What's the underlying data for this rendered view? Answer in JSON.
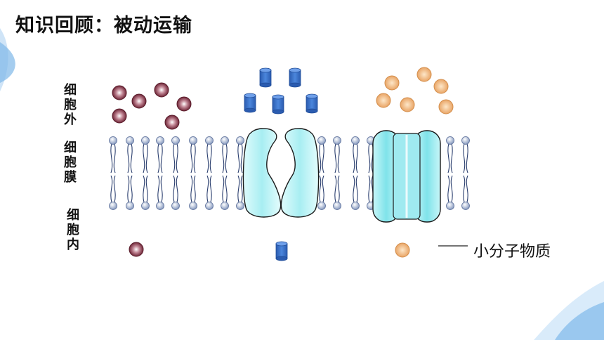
{
  "title": "知识回顾：被动运输",
  "labels": {
    "outside": "细胞外",
    "membrane": "细胞膜",
    "inside": "细胞内"
  },
  "legend": "小分子物质",
  "colors": {
    "sphere_dark": "#7a2b3c",
    "cylinder": "#3a6fc4",
    "sphere_light": "#f0b878",
    "channel": "#bff2f4",
    "corner_accent": "#7fb8e8"
  }
}
